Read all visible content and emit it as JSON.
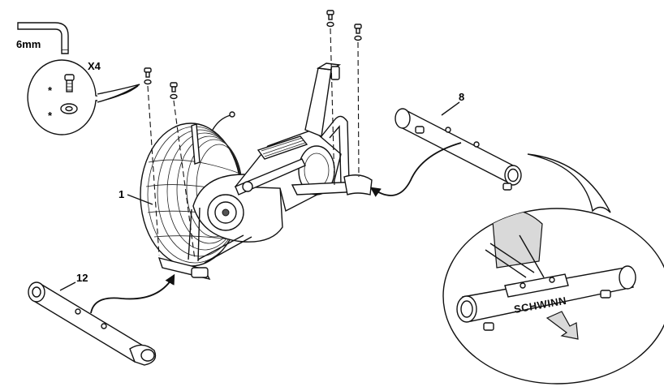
{
  "tool": {
    "size_label": "6mm",
    "quantity_label": "X4"
  },
  "hardware": {
    "bolt_marker": "*",
    "washer_marker": "*"
  },
  "callouts": {
    "frame": "1",
    "rear_stabilizer": "8",
    "front_stabilizer": "12"
  },
  "detail": {
    "brand_text": "SCHWINN"
  },
  "icons": [
    "hex-key-icon",
    "bolt-icon",
    "washer-icon",
    "direction-arrow-icon"
  ]
}
